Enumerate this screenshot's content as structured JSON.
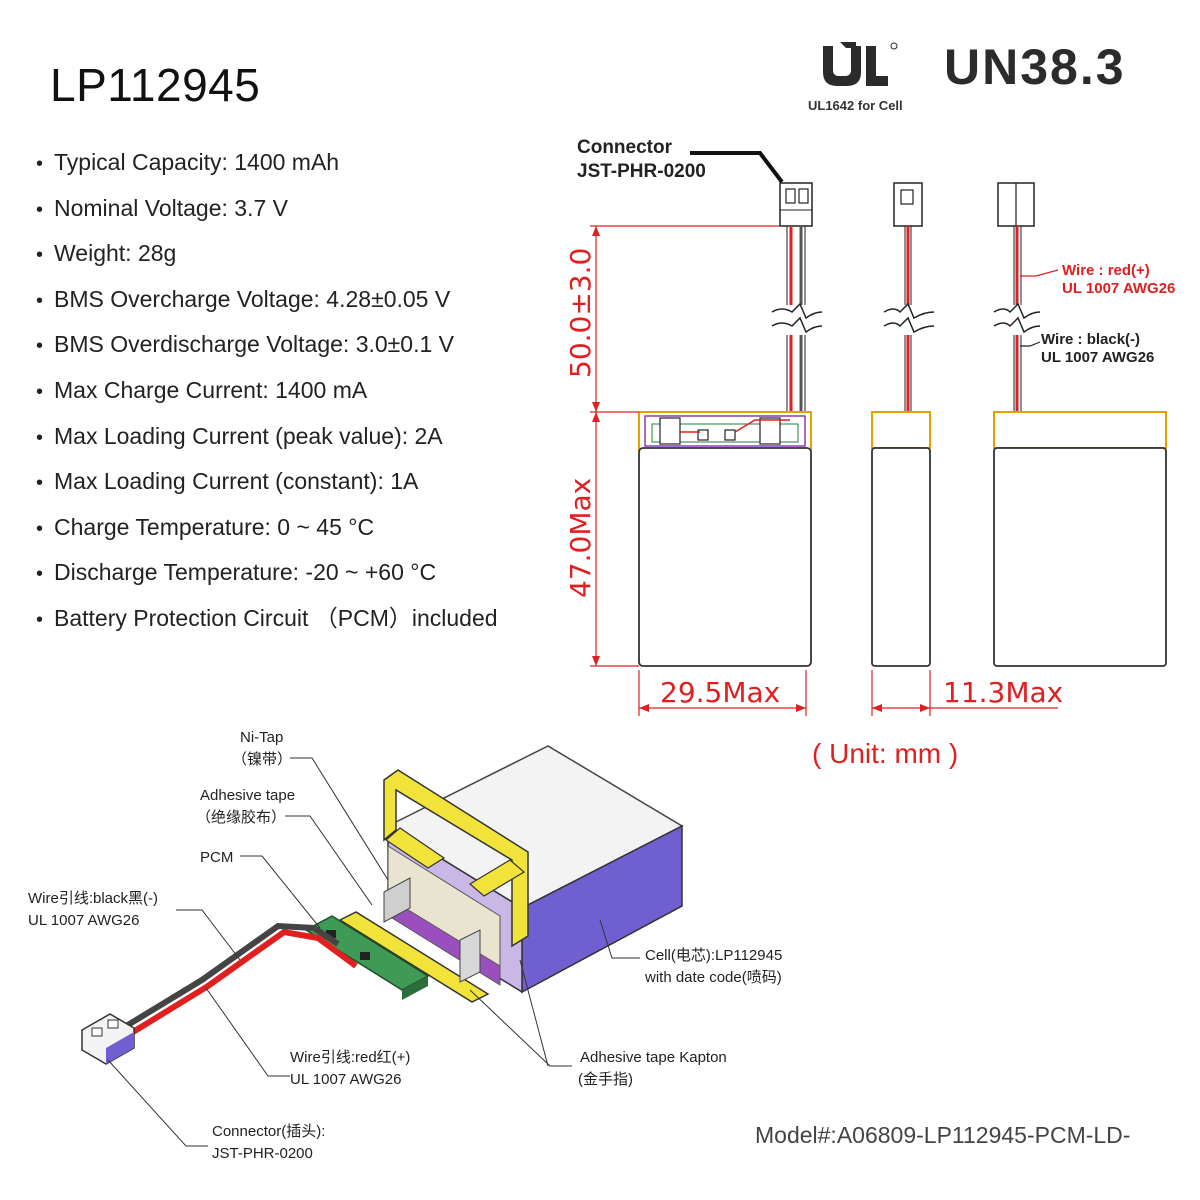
{
  "title": "LP112945",
  "specs": [
    "Typical Capacity: 1400 mAh",
    "Nominal Voltage: 3.7 V",
    "Weight: 28g",
    "BMS Overcharge Voltage: 4.28±0.05 V",
    "BMS Overdischarge Voltage: 3.0±0.1 V",
    "Max Charge Current: 1400 mA",
    "Max Loading Current (peak value): 2A",
    "Max Loading Current (constant): 1A",
    "Charge Temperature: 0 ~ 45 °C",
    "Discharge Temperature: -20 ~ +60 °C",
    "Battery Protection Circuit （PCM）included"
  ],
  "certs": {
    "ul_note": "UL1642 for Cell",
    "un": "UN38.3"
  },
  "drawing": {
    "connector_label_1": "Connector",
    "connector_label_2": "JST-PHR-0200",
    "wire_red_1": "Wire : red(+)",
    "wire_red_2": "UL 1007 AWG26",
    "wire_black_1": "Wire : black(-)",
    "wire_black_2": "UL 1007 AWG26",
    "dim_lead": "50.0±3.0",
    "dim_height": "47.0Max",
    "dim_width": "29.5Max",
    "dim_thickness": "11.3Max",
    "unit": "( Unit: mm )"
  },
  "iso_labels": {
    "ni_tap_1": "Ni-Tap",
    "ni_tap_2": "（镍带）",
    "adhesive_1": "Adhesive tape",
    "adhesive_2": "（绝缘胶布）",
    "pcm": "PCM",
    "wire_black_1": "Wire引线:black黑(-)",
    "wire_black_2": "UL 1007 AWG26",
    "cell_1": "Cell(电芯):LP112945",
    "cell_2": "with date code(喷码)",
    "wire_red_1": "Wire引线:red红(+)",
    "wire_red_2": "UL 1007 AWG26",
    "kapton_1": "Adhesive tape Kapton",
    "kapton_2": "(金手指)",
    "connector_1": "Connector(插头):",
    "connector_2": "JST-PHR-0200"
  },
  "model": "Model#:A06809-LP112945-PCM-LD-",
  "colors": {
    "dimension_red": "#e02020",
    "tab_yellow": "#f2e33a",
    "cell_purple": "#6f5fd0",
    "pcm_green": "#3f9a55"
  }
}
